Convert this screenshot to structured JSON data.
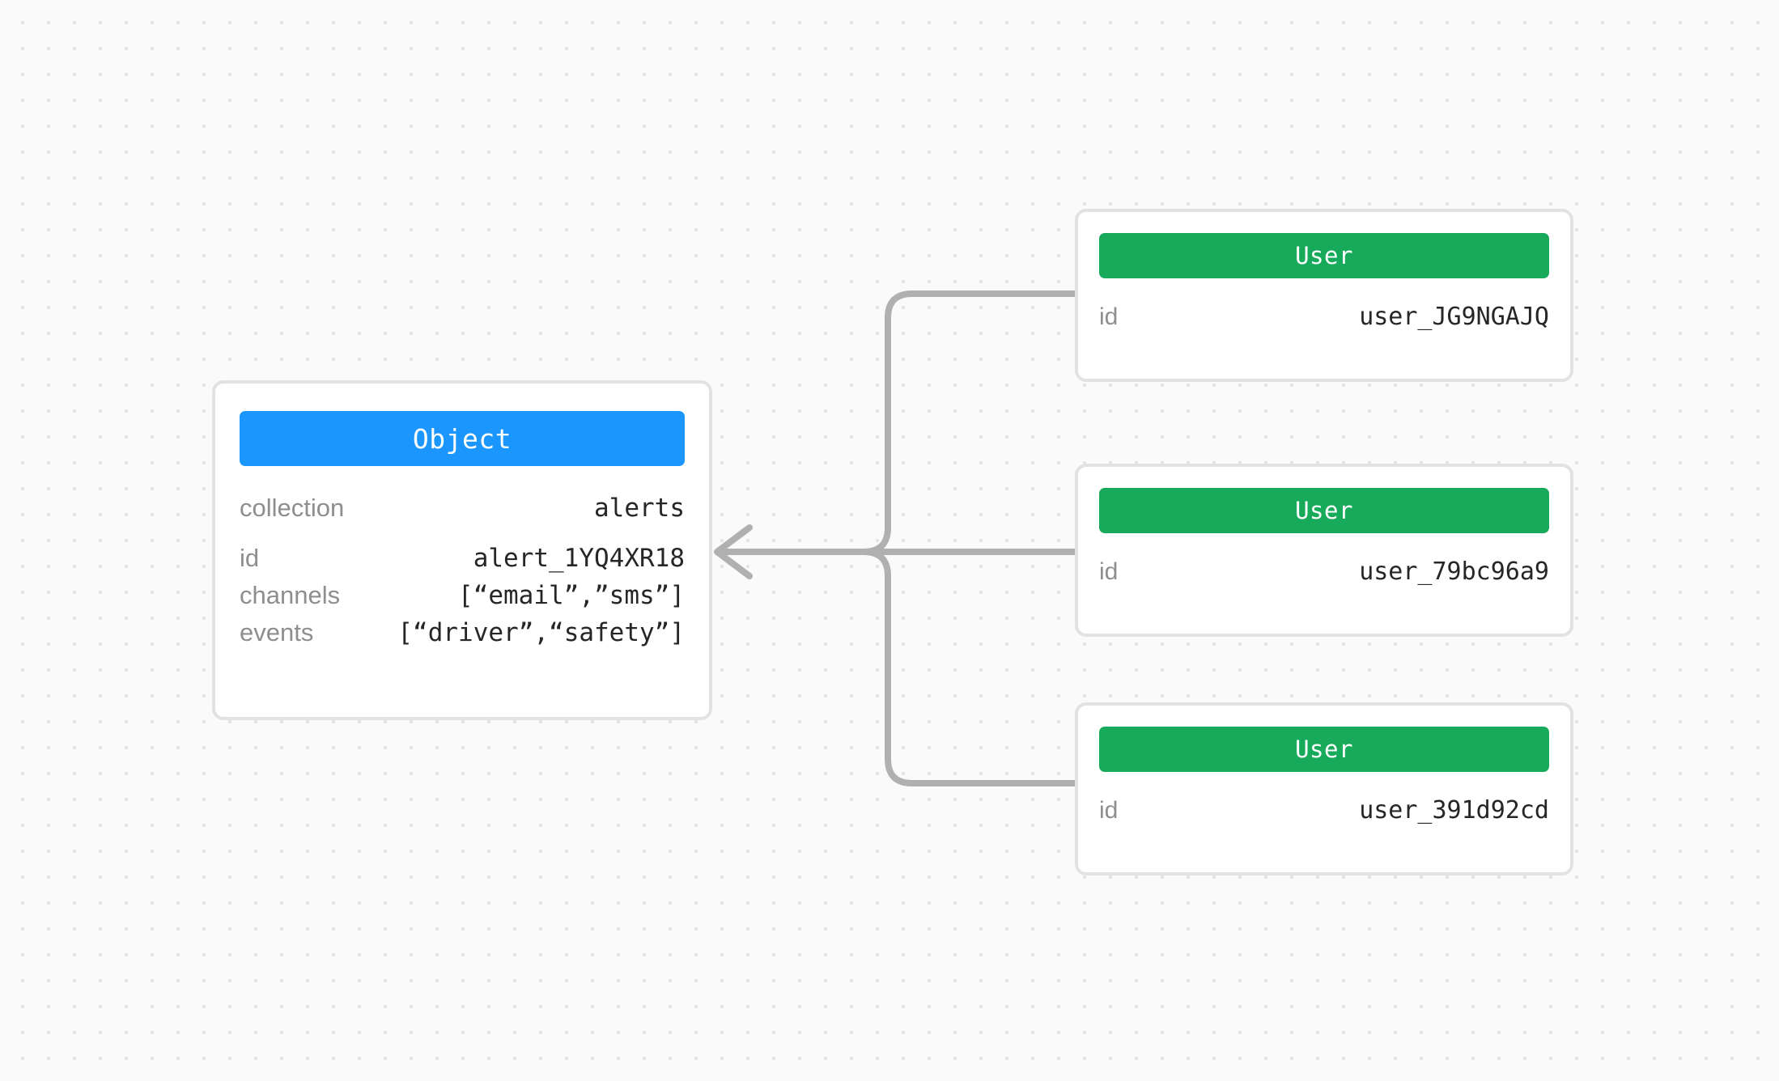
{
  "canvas": {
    "background_color": "#fafafa",
    "dot_color": "#e3e3e3"
  },
  "colors": {
    "object_accent": "#1a96fd",
    "user_accent": "#17aa5b",
    "card_border": "#e2e2e2",
    "connector": "#b0b0b0",
    "key_text": "#8e8e8e",
    "value_text": "#262626"
  },
  "nodes": {
    "object": {
      "type_label": "Object",
      "accent": "#1a96fd",
      "primary_rows": [
        {
          "key": "collection",
          "value": "alerts"
        }
      ],
      "secondary_rows": [
        {
          "key": "id",
          "value": "alert_1YQ4XR18"
        },
        {
          "key": "channels",
          "value": "[“email”,”sms”]"
        },
        {
          "key": "events",
          "value": "[“driver”,“safety”]"
        }
      ]
    },
    "users": [
      {
        "type_label": "User",
        "accent": "#17aa5b",
        "rows": [
          {
            "key": "id",
            "value": "user_JG9NGAJQ"
          }
        ]
      },
      {
        "type_label": "User",
        "accent": "#17aa5b",
        "rows": [
          {
            "key": "id",
            "value": "user_79bc96a9"
          }
        ]
      },
      {
        "type_label": "User",
        "accent": "#17aa5b",
        "rows": [
          {
            "key": "id",
            "value": "user_391d92cd"
          }
        ]
      }
    ]
  },
  "edges": [
    {
      "from": "user-0",
      "to": "object",
      "arrow": "to-object"
    },
    {
      "from": "user-1",
      "to": "object",
      "arrow": "to-object"
    },
    {
      "from": "user-2",
      "to": "object",
      "arrow": "to-object"
    }
  ]
}
